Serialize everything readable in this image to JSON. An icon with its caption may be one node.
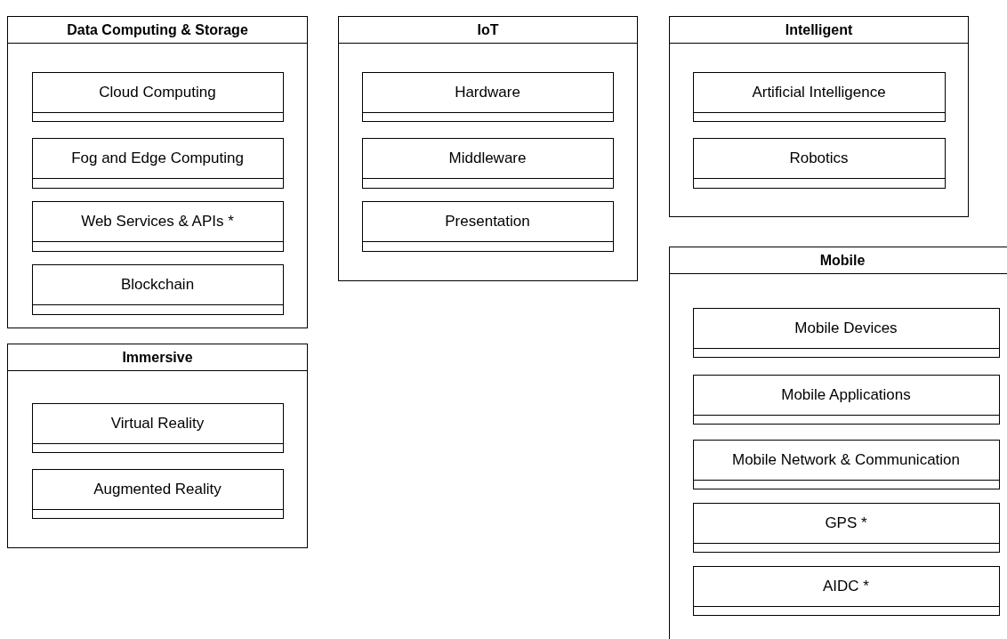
{
  "diagram": {
    "nodes": [
      {
        "text": [
          "Data Computing & Storage"
        ]
      },
      {
        "text": [
          "Cloud Computing"
        ],
        "in": 0
      },
      {
        "text": [
          "Fog and Edge Computing"
        ],
        "in": 0
      },
      {
        "text": [
          "Web Services & APIs *"
        ],
        "in": 0
      },
      {
        "text": [
          "Blockchain"
        ],
        "in": 0
      },
      {
        "text": [
          "IoT"
        ]
      },
      {
        "text": [
          "Hardware"
        ],
        "in": 5
      },
      {
        "text": [
          "Middleware"
        ],
        "in": 5
      },
      {
        "text": [
          "Presentation"
        ],
        "in": 5
      },
      {
        "text": [
          "Intelligent"
        ]
      },
      {
        "text": [
          "Artificial Intelligence"
        ],
        "in": 9
      },
      {
        "text": [
          "Robotics"
        ],
        "in": 9
      },
      {
        "text": [
          "Immersive"
        ]
      },
      {
        "text": [
          "Virtual Reality"
        ],
        "in": 12
      },
      {
        "text": [
          "Augmented Reality"
        ],
        "in": 12
      },
      {
        "text": [
          "Mobile"
        ]
      },
      {
        "text": [
          "Mobile Devices"
        ],
        "in": 15
      },
      {
        "text": [
          "Mobile Applications"
        ],
        "in": 15
      },
      {
        "text": [
          "Mobile Network & Communication"
        ],
        "in": 15
      },
      {
        "text": [
          "GPS *"
        ],
        "in": 15
      },
      {
        "text": [
          "AIDC *"
        ],
        "in": 15
      }
    ],
    "edges": []
  }
}
